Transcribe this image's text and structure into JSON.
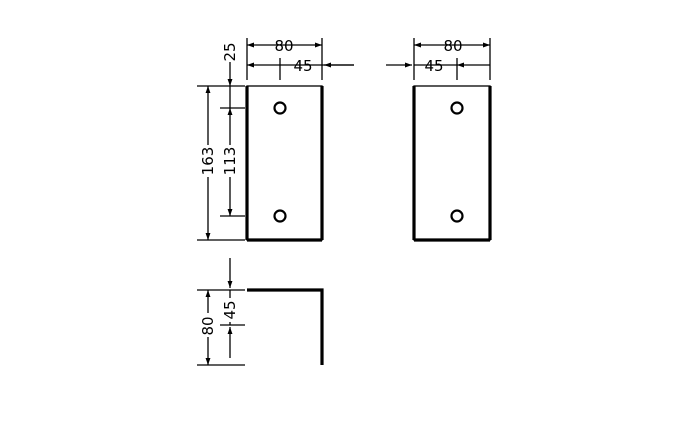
{
  "front_view_left": {
    "dim_width_total": "80",
    "dim_width_hole": "45",
    "dim_top_offset": "25",
    "dim_height_total": "163",
    "dim_hole_spacing": "113"
  },
  "front_view_right": {
    "dim_width_total": "80",
    "dim_width_hole": "45"
  },
  "side_view": {
    "dim_leg_total": "80",
    "dim_leg_hole": "45"
  }
}
